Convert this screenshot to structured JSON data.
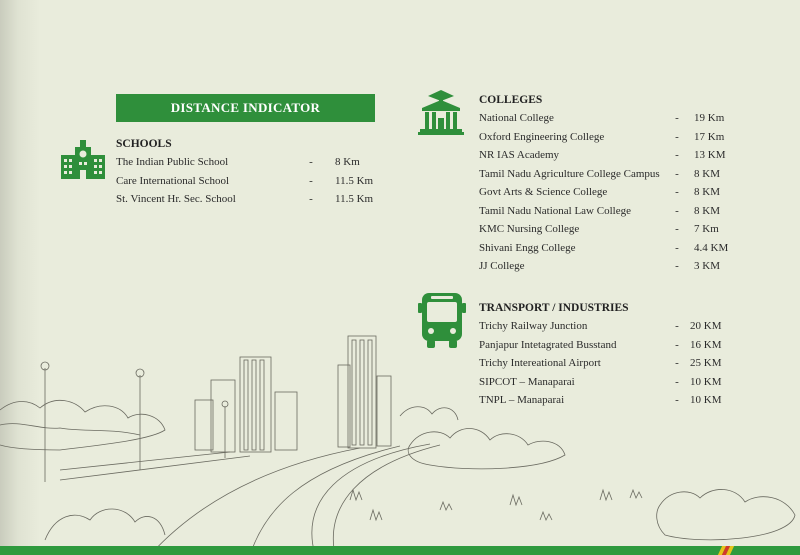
{
  "title": "DISTANCE INDICATOR",
  "schools": {
    "heading": "SCHOOLS",
    "icon": "school-building-icon",
    "items": [
      {
        "name": "The Indian Public School",
        "sep": "-",
        "distance": "8 Km"
      },
      {
        "name": "Care International School",
        "sep": "-",
        "distance": "11.5 Km"
      },
      {
        "name": "St. Vincent Hr. Sec. School",
        "sep": "-",
        "distance": "11.5 Km"
      }
    ]
  },
  "colleges": {
    "heading": "COLLEGES",
    "icon": "graduation-building-icon",
    "items": [
      {
        "name": "National College",
        "sep": "-",
        "distance": "19 Km"
      },
      {
        "name": "Oxford Engineering College",
        "sep": "-",
        "distance": "17 Km"
      },
      {
        "name": "NR IAS Academy",
        "sep": "-",
        "distance": "13 KM"
      },
      {
        "name": "Tamil Nadu Agriculture College Campus",
        "sep": "-",
        "distance": "8 KM"
      },
      {
        "name": "Govt Arts & Science College",
        "sep": "-",
        "distance": "8 KM"
      },
      {
        "name": "Tamil Nadu National Law College",
        "sep": "-",
        "distance": "8 KM"
      },
      {
        "name": "KMC Nursing College",
        "sep": "-",
        "distance": "7 Km"
      },
      {
        "name": "Shivani Engg College",
        "sep": "-",
        "distance": "4.4 KM"
      },
      {
        "name": "JJ College",
        "sep": "-",
        "distance": "3 KM"
      }
    ]
  },
  "transport": {
    "heading": "TRANSPORT / INDUSTRIES",
    "icon": "bus-icon",
    "items": [
      {
        "name": "Trichy Railway Junction",
        "sep": "-",
        "distance": "20 KM"
      },
      {
        "name": "Panjapur Intetagrated Busstand",
        "sep": "-",
        "distance": "16 KM"
      },
      {
        "name": "Trichy Intereational Airport",
        "sep": "-",
        "distance": "25 KM"
      },
      {
        "name": "SIPCOT – Manaparai",
        "sep": "-",
        "distance": "10 KM"
      },
      {
        "name": "TNPL – Manaparai",
        "sep": "-",
        "distance": "10 KM"
      }
    ]
  },
  "colors": {
    "brand_green": "#2f8f3b",
    "background": "#e9ecdc",
    "sketch": "#5a5a52"
  }
}
